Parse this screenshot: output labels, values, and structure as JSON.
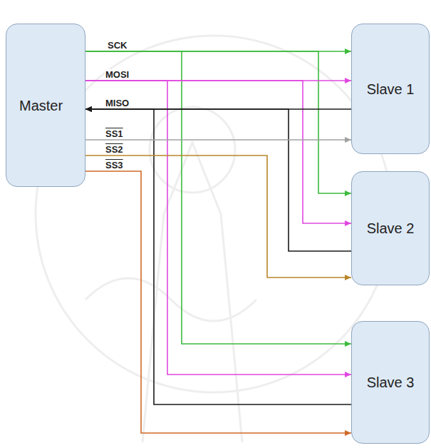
{
  "diagram": {
    "nodes": [
      {
        "text": [
          "Master"
        ]
      },
      {
        "text": [
          "Slave 1"
        ]
      },
      {
        "text": [
          "Slave 2"
        ]
      },
      {
        "text": [
          "Slave 3"
        ]
      }
    ],
    "edges": [
      {
        "from": 0,
        "to": 1,
        "arrow": "to"
      },
      {
        "from": 0,
        "to": 2,
        "arrow": "to"
      },
      {
        "from": 0,
        "to": 3,
        "arrow": "to"
      },
      {
        "from": 0,
        "to": 1,
        "arrow": "to"
      },
      {
        "from": 0,
        "to": 2,
        "arrow": "to"
      },
      {
        "from": 0,
        "to": 3,
        "arrow": "to"
      },
      {
        "from": 1,
        "to": 0,
        "arrow": "to"
      },
      {
        "from": 2,
        "to": 0,
        "arrow": "to"
      },
      {
        "from": 3,
        "to": 0,
        "arrow": "to"
      },
      {
        "from": 0,
        "to": 1,
        "arrow": "to"
      },
      {
        "from": 0,
        "to": 2,
        "arrow": "to"
      },
      {
        "from": 0,
        "to": 3,
        "arrow": "to"
      }
    ],
    "labels": [
      "SCK",
      "MOSI",
      "MISO",
      "SS1",
      "SS2",
      "SS3"
    ]
  }
}
